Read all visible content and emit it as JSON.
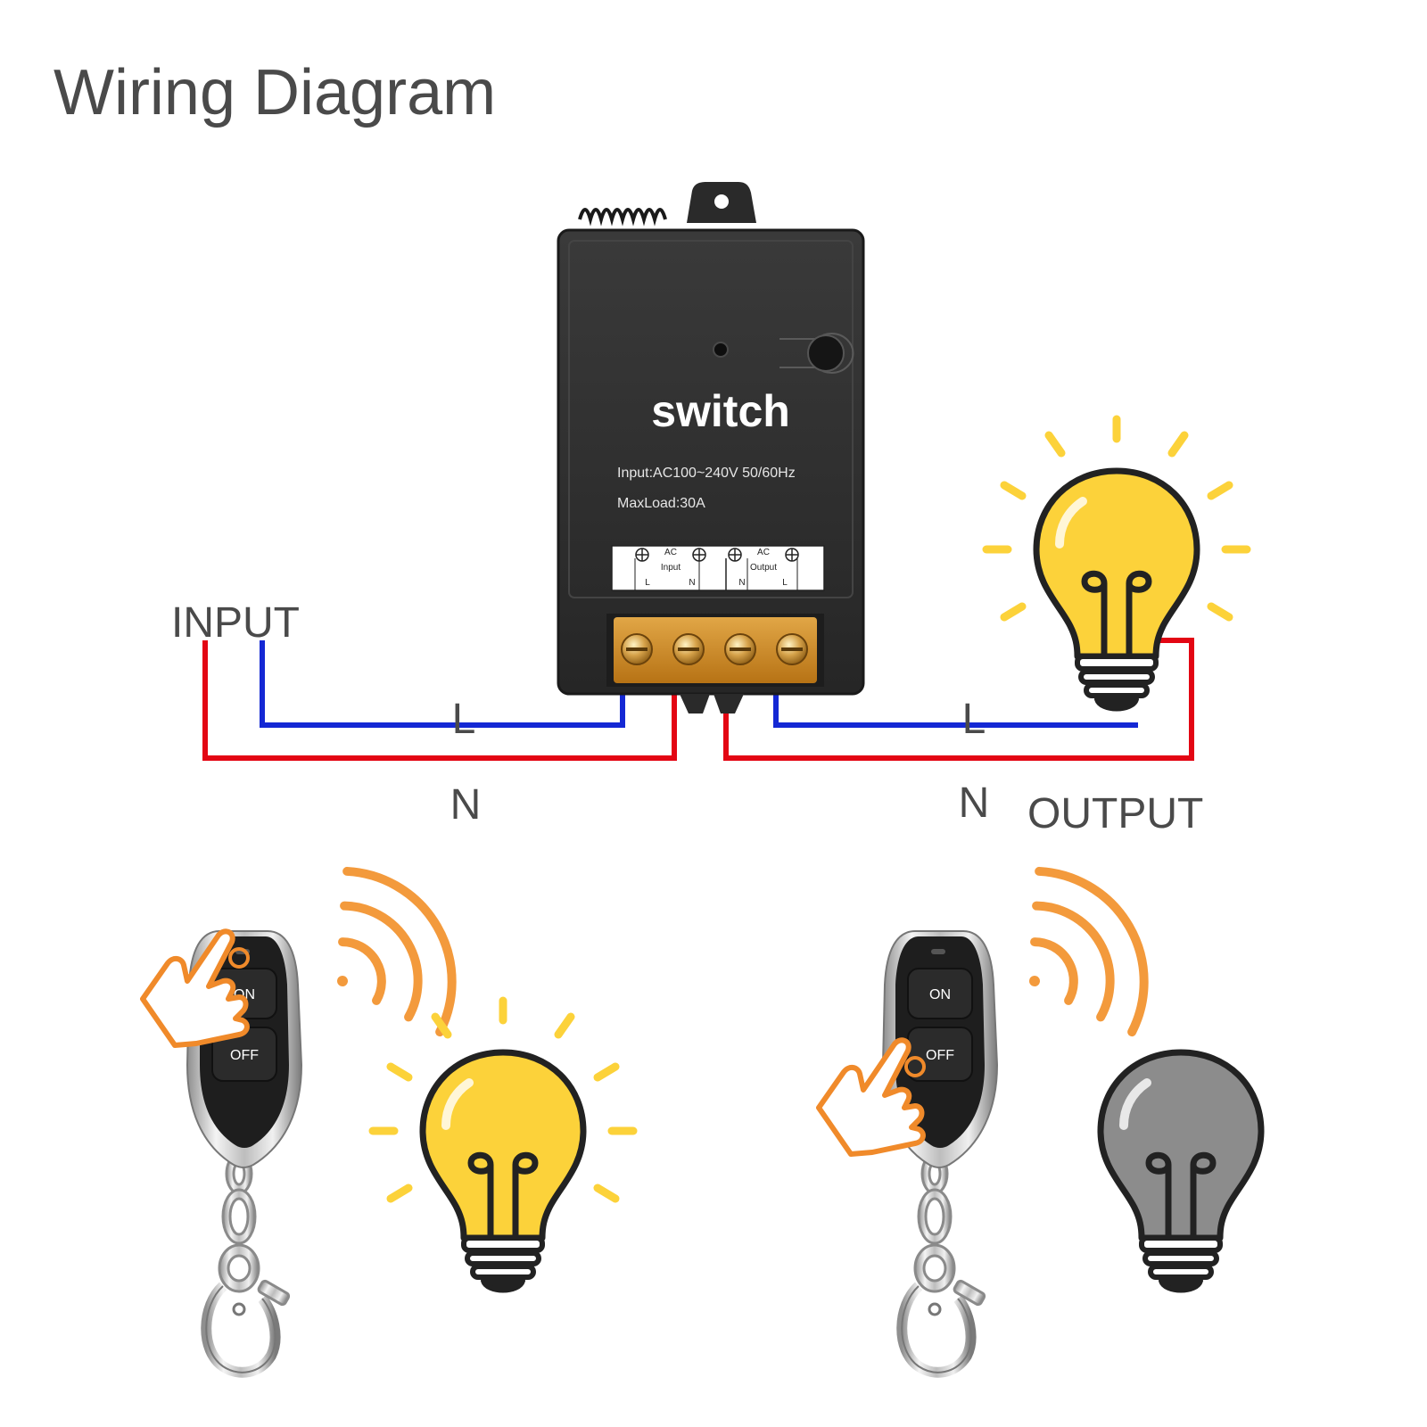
{
  "title": "Wiring Diagram",
  "device": {
    "brand": "switch",
    "spec_input": "Input:AC100~240V 50/60Hz",
    "spec_maxload": "MaxLoad:30A",
    "terminal_ac_1": "AC",
    "terminal_input": "Input",
    "terminal_ac_2": "AC",
    "terminal_output": "Output",
    "terminal_letters": [
      "L",
      "N",
      "N",
      "L"
    ]
  },
  "wiring": {
    "input_label": "INPUT",
    "output_label": "OUTPUT",
    "left_L": "L",
    "left_N": "N",
    "right_L": "L",
    "right_N": "N"
  },
  "remotes": {
    "on_label": "ON",
    "off_label": "OFF"
  },
  "colors": {
    "live_wire": "#e30613",
    "neutral_wire": "#1428d4",
    "bulb_on": "#fcd23a",
    "bulb_off": "#8c8c8c",
    "signal": "#f39a3c",
    "device_body": "#2e2e2e",
    "terminal_block": "#e59b2a"
  },
  "icons": [
    "relay-switch-icon",
    "light-bulb-icon",
    "remote-control-icon",
    "hand-pointer-icon",
    "signal-wave-icon"
  ]
}
